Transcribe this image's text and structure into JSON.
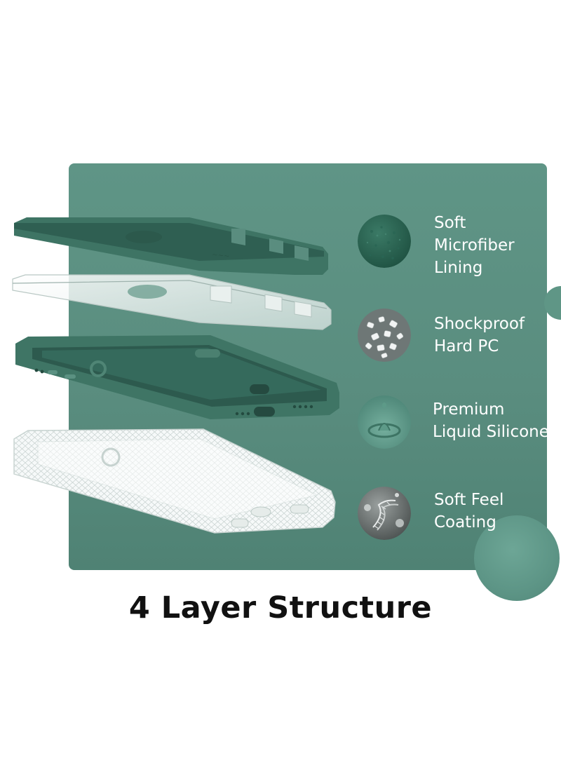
{
  "colors": {
    "panel": "#5a8d7f",
    "case_green": "#3f7565",
    "text_on_panel": "#ffffff",
    "title": "#111111"
  },
  "features": [
    {
      "icon": "microfiber-texture-icon",
      "lines": [
        "Soft",
        "Microfiber",
        "Lining"
      ]
    },
    {
      "icon": "crystal-granules-icon",
      "lines": [
        "Shockproof",
        "Hard PC"
      ]
    },
    {
      "icon": "liquid-drop-icon",
      "lines": [
        "Premium",
        "Liquid Silicone"
      ]
    },
    {
      "icon": "molecule-coating-icon",
      "lines": [
        "Soft Feel",
        "Coating"
      ]
    }
  ],
  "title": "4 Layer Structure"
}
